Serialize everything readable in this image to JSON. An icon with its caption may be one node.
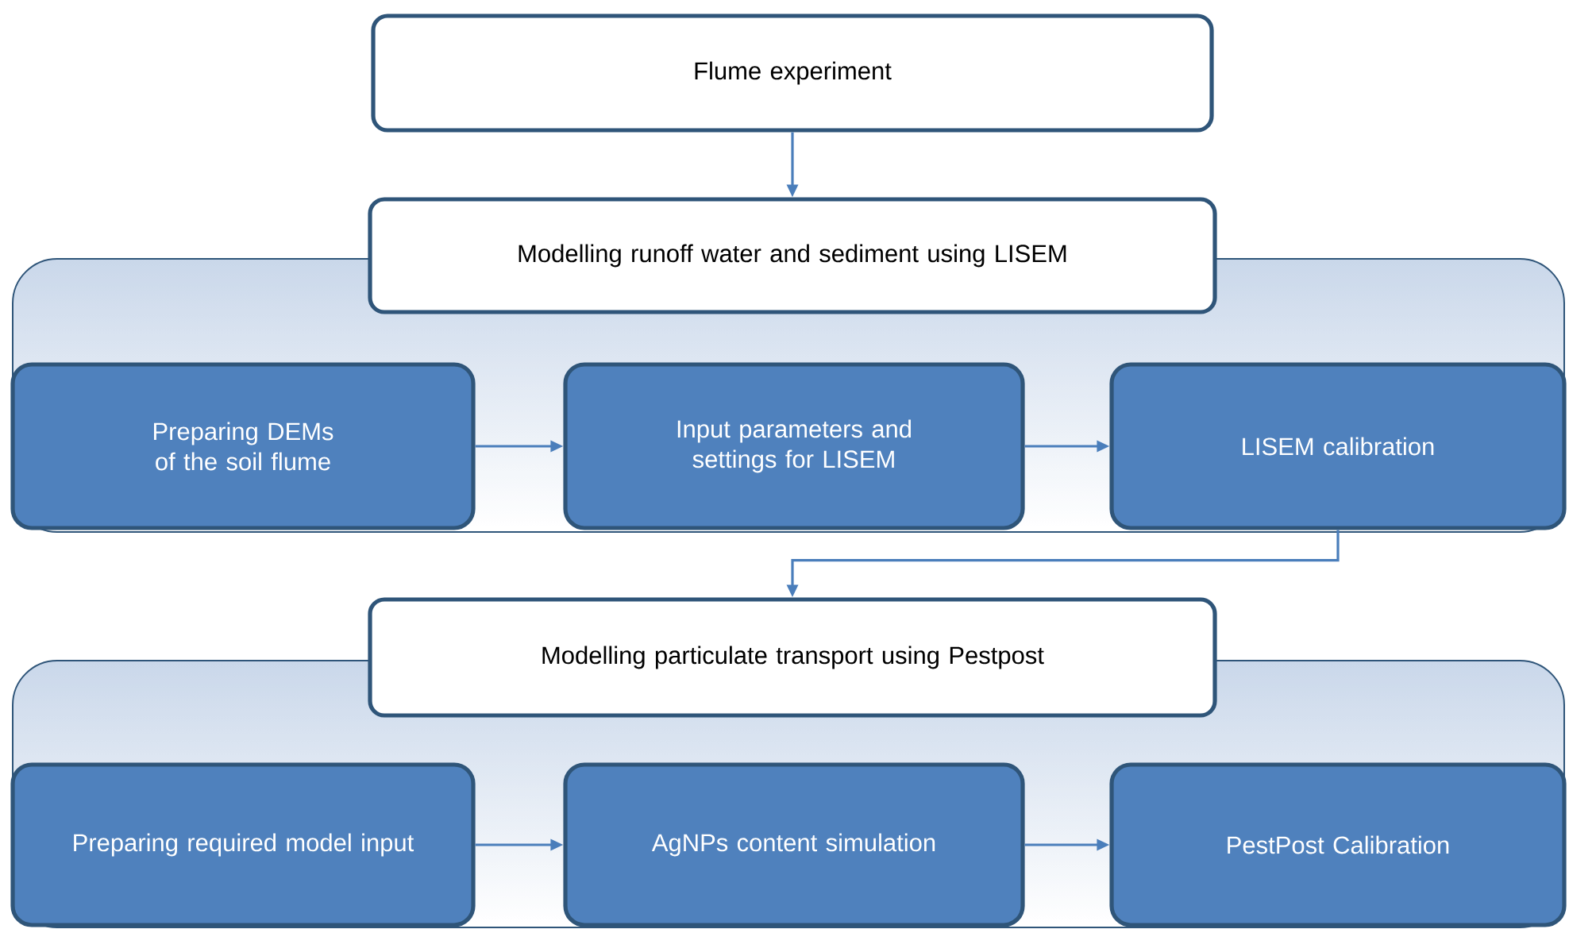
{
  "diagram": {
    "nodes": [
      {
        "text": [
          "Flume experiment"
        ]
      },
      {
        "text": [],
        "shape": "box"
      },
      {
        "text": [
          "Modelling runoff water and sediment using LISEM"
        ]
      },
      {
        "text": [
          "Preparing DEMs of the soil flume"
        ],
        "in": 1
      },
      {
        "text": [
          "Input parameters and settings for LISEM"
        ],
        "in": 1
      },
      {
        "text": [
          "LISEM calibration"
        ],
        "in": 1
      },
      {
        "text": [],
        "shape": "box"
      },
      {
        "text": [
          "Modelling particulate transport using Pestpost"
        ]
      },
      {
        "text": [
          "Preparing required model input"
        ],
        "in": 6
      },
      {
        "text": [
          "AgNPs content simulation"
        ],
        "in": 6
      },
      {
        "text": [
          "PestPost Calibration"
        ],
        "in": 6
      }
    ],
    "edges": [
      {
        "from": 0,
        "to": 2,
        "arrow": "to"
      },
      {
        "from": 3,
        "to": 4,
        "arrow": "to"
      },
      {
        "from": 4,
        "to": 5,
        "arrow": "to"
      },
      {
        "from": 5,
        "to": 7,
        "arrow": "to"
      },
      {
        "from": 8,
        "to": 9,
        "arrow": "to"
      },
      {
        "from": 9,
        "to": 10,
        "arrow": "to"
      }
    ]
  }
}
